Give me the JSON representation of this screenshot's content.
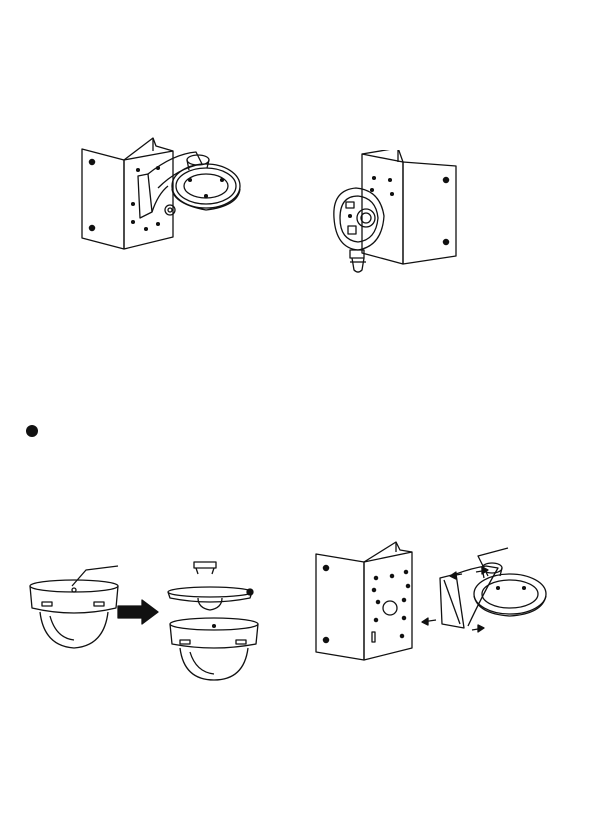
{
  "page": {
    "background": "#ffffff",
    "line_color": "#111111"
  },
  "figures": [
    {
      "name": "corner-mount-with-dome-base",
      "icon": "corner-bracket-dome-illustration"
    },
    {
      "name": "corner-mount-with-junction-box",
      "icon": "corner-bracket-junction-box-illustration"
    },
    {
      "name": "dome-camera-disassembly",
      "icon": "dome-disassembly-illustration"
    },
    {
      "name": "corner-bracket-wall-arm-assembly",
      "icon": "corner-bracket-arm-illustration"
    }
  ],
  "bullet": {
    "icon": "filled-circle-bullet"
  }
}
